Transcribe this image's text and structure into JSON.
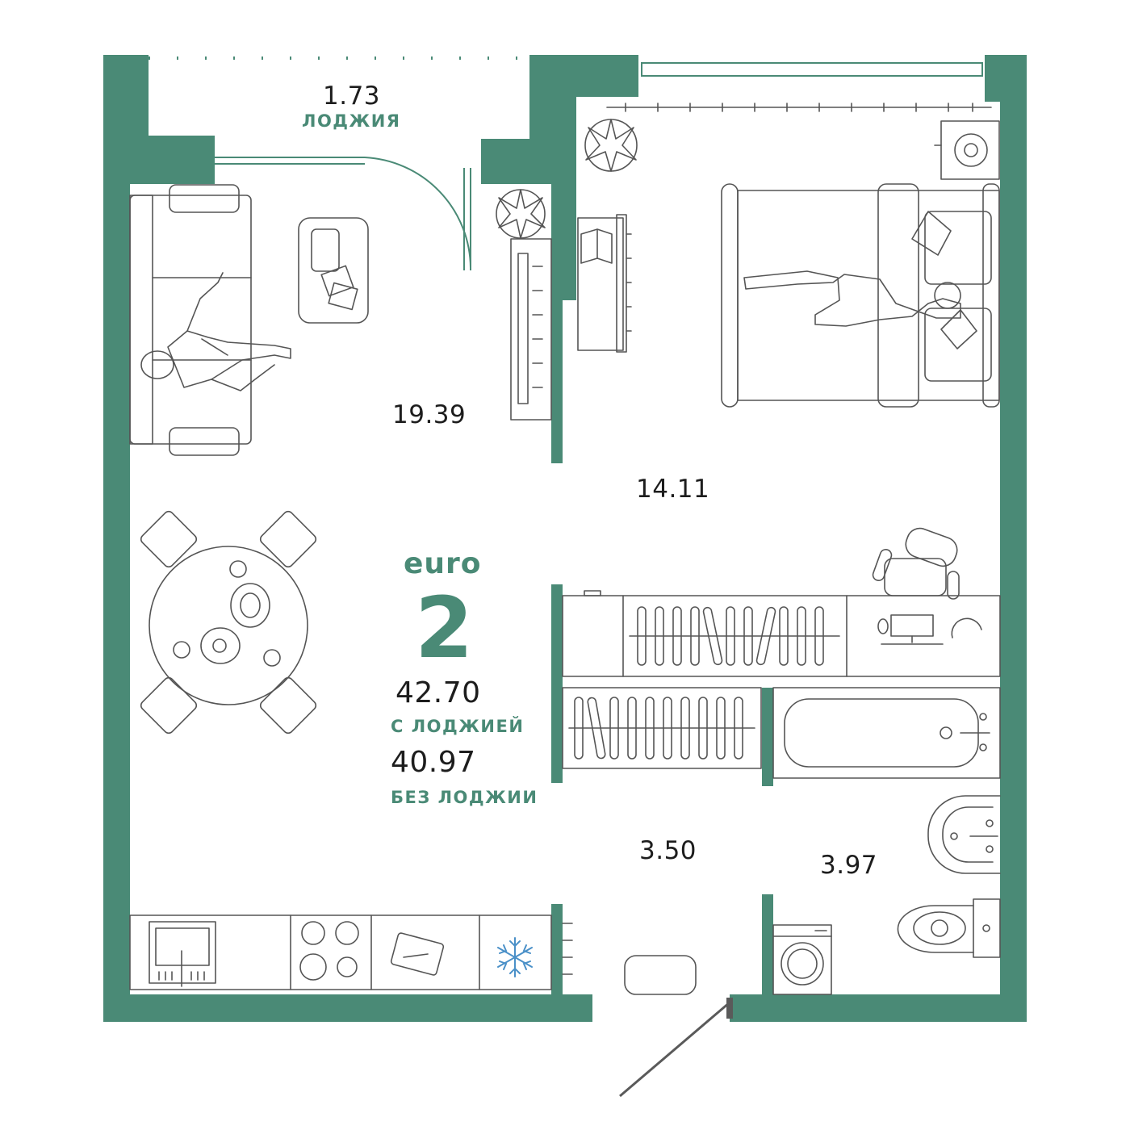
{
  "layout_type": "euro",
  "room_count": "2",
  "total_area_with_loggia": "42.70",
  "with_loggia_label": "С ЛОДЖИЕЙ",
  "total_area_without_loggia": "40.97",
  "without_loggia_label": "БЕЗ ЛОДЖИИ",
  "rooms": {
    "loggia": {
      "area": "1.73",
      "label": "ЛОДЖИЯ"
    },
    "living_kitchen": {
      "area": "19.39"
    },
    "bedroom": {
      "area": "14.11"
    },
    "hallway": {
      "area": "3.50"
    },
    "bathroom": {
      "area": "3.97"
    }
  },
  "colors": {
    "wall": "#4a8a76",
    "accent_text": "#4a8a76",
    "furniture_line": "#555555",
    "area_text": "#1d1d1d",
    "freezer_icon": "#4a90c8",
    "background": "#ffffff"
  },
  "icons": [
    "sofa-icon",
    "person-icon",
    "coffee-table-icon",
    "plant-icon",
    "tv-stand-icon",
    "desk-icon",
    "double-bed-icon",
    "dining-table-icon",
    "chair-icon",
    "sink-icon",
    "stove-icon",
    "cutting-board-icon",
    "snowflake-icon",
    "wardrobe-icon",
    "bathtub-icon",
    "washbasin-icon",
    "toilet-icon",
    "washing-machine-icon",
    "computer-icon",
    "office-chair-icon",
    "boiler-icon",
    "door-mat-icon"
  ]
}
